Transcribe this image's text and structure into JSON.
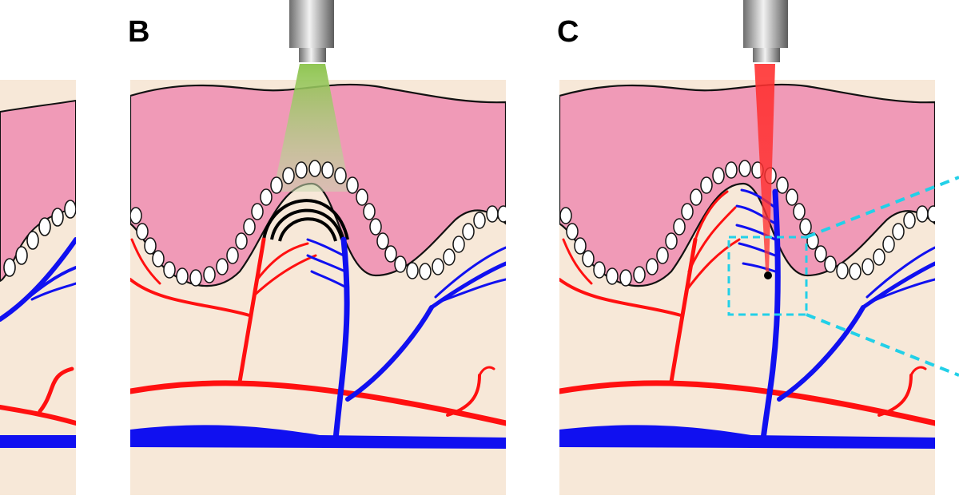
{
  "panels": [
    {
      "id": "A",
      "label": ""
    },
    {
      "id": "B",
      "label": "B"
    },
    {
      "id": "C",
      "label": "C"
    }
  ],
  "colors": {
    "background": "#ffffff",
    "epidermis": "#f09ab7",
    "dermis": "#f7e8d8",
    "artery": "#ff1010",
    "vein": "#1010f0",
    "outline": "#111111",
    "green_beam": "#8bc34a",
    "red_beam": "#ff3030",
    "zoom_box": "#22d0e8",
    "objective_dark": "#7a7a7a",
    "objective_light": "#e8e8e8"
  },
  "icons": {
    "objective_lens": "microscope-objective-icon",
    "illumination": "light-beam-icon"
  }
}
